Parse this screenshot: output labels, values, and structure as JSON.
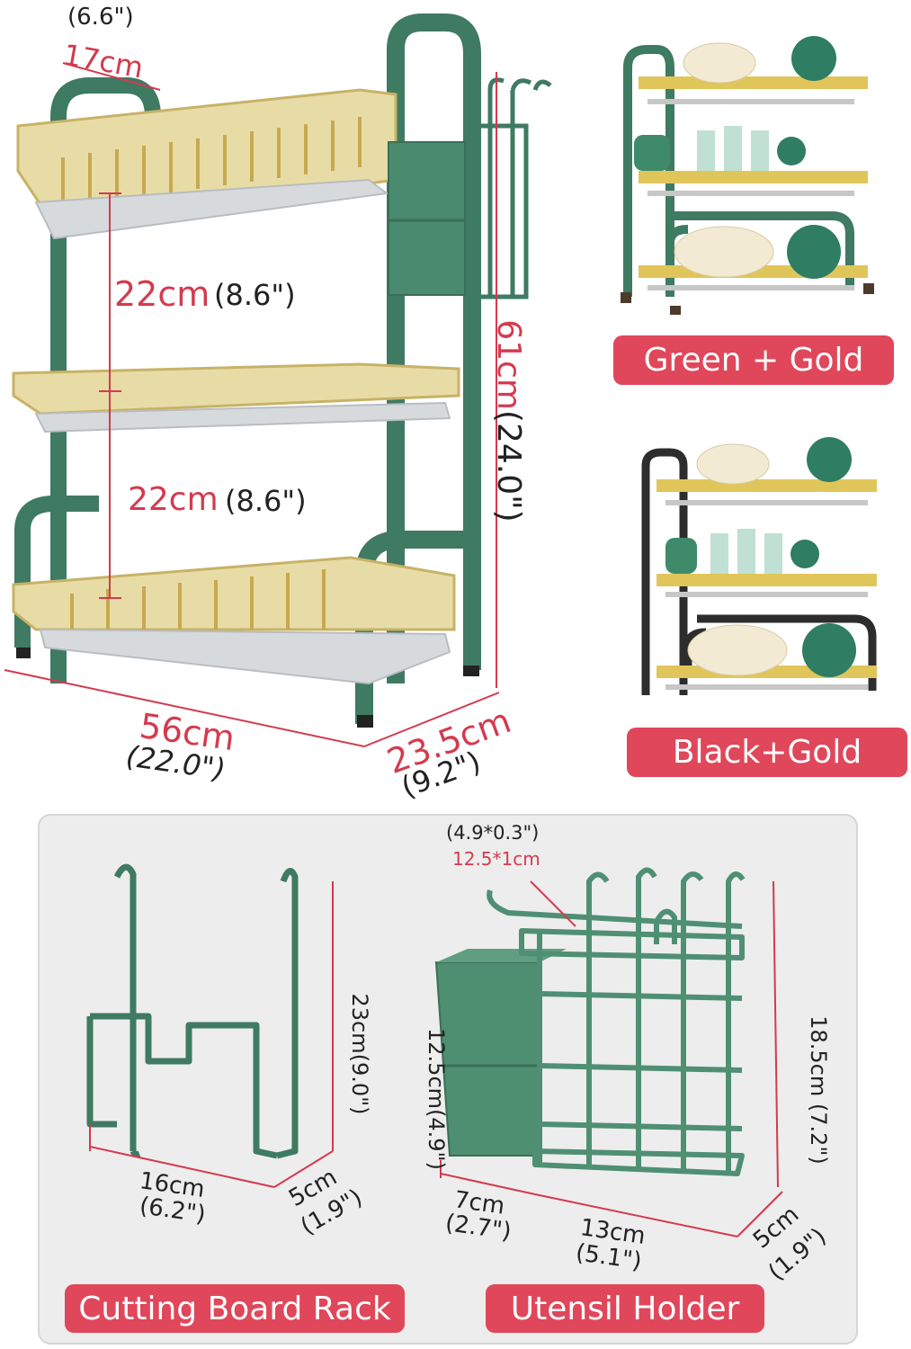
{
  "colors": {
    "green": "#3f7a62",
    "gold": "#d9c37a",
    "pill": "#e0475a",
    "dim_red": "#d43a4e",
    "black_frame": "#2d2d2d"
  },
  "main_rack": {
    "shelf_width_in": "(6.6\")",
    "shelf_width_cm": "17cm",
    "gap_top": {
      "cm": "22cm",
      "in": "(8.6\")"
    },
    "gap_bottom": {
      "cm": "22cm",
      "in": "(8.6\")"
    },
    "height": {
      "cm": "61cm",
      "in": "(24.0\")"
    },
    "width": {
      "cm": "56cm",
      "in": "(22.0\")"
    },
    "depth": {
      "cm": "23.5cm",
      "in": "(9.2\")"
    }
  },
  "variants": [
    {
      "label": "Green + Gold",
      "frame": "green-frame"
    },
    {
      "label": "Black+Gold",
      "frame": "black-frame"
    }
  ],
  "cutting_board_rack": {
    "label": "Cutting Board Rack",
    "height": "23cm(9.0\")",
    "width_cm": "16cm",
    "width_in": "(6.2\")",
    "depth_cm": "5cm",
    "depth_in": "(1.9\")"
  },
  "utensil_holder": {
    "label": "Utensil Holder",
    "bar_in": "(4.9*0.3\")",
    "bar_cm": "12.5*1cm",
    "cup_height": "12.5cm(4.9\")",
    "height": "18.5cm (7.2\")",
    "cup_width_cm": "7cm",
    "cup_width_in": "(2.7\")",
    "rack_width_cm": "13cm",
    "rack_width_in": "(5.1\")",
    "depth_cm": "5cm",
    "depth_in": "(1.9\")"
  }
}
